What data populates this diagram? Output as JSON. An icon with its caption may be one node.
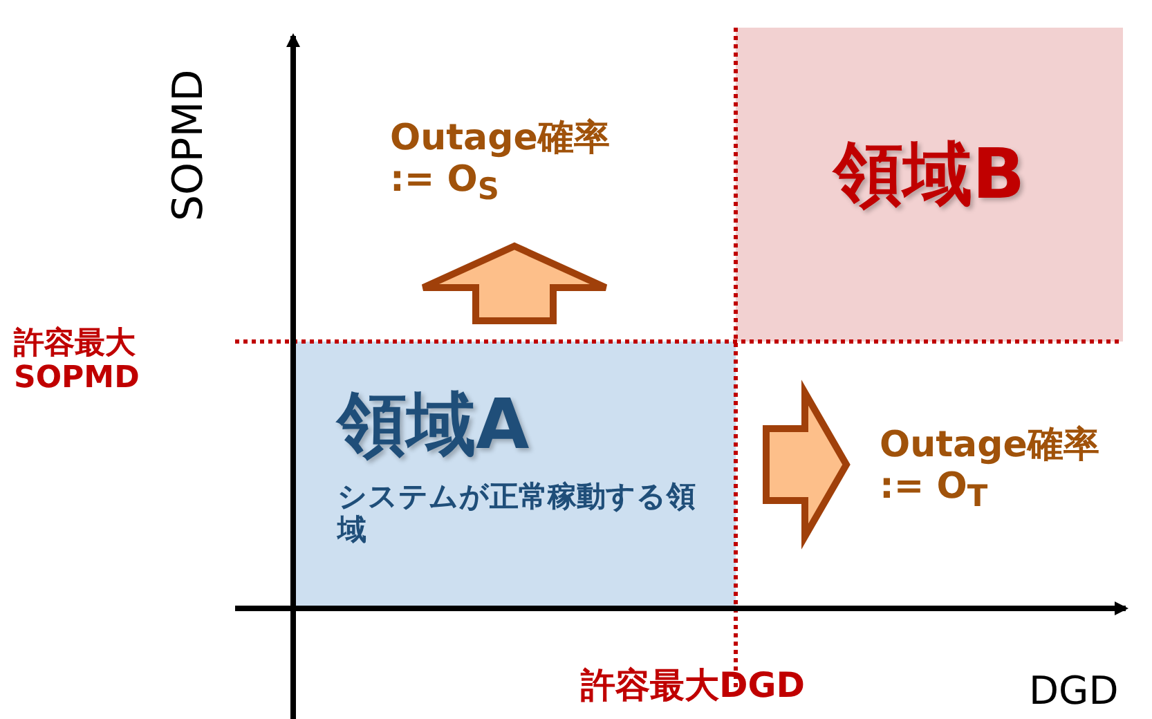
{
  "diagram": {
    "nodes": [
      {
        "text": [
          "領域B"
        ]
      },
      {
        "text": [
          "領域A",
          "システムが正常稼動する領域"
        ]
      }
    ],
    "edges": [],
    "labels": [
      "SOPMD",
      "Outage確率 := O$_{S}$",
      "許容最大SOPMD",
      "Outage確率 := O$_{T}$",
      "許容最大DGD",
      "DGD"
    ]
  }
}
